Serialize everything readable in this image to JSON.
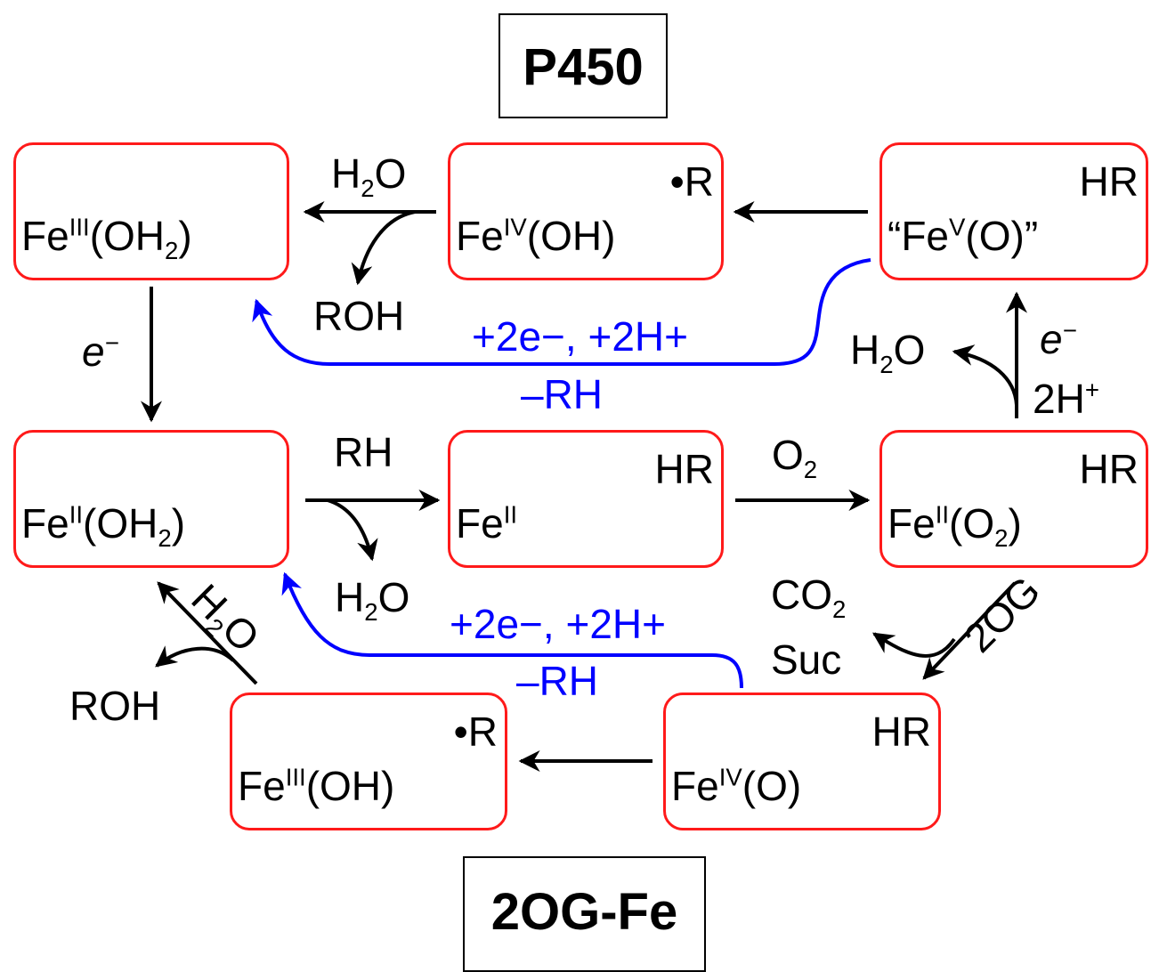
{
  "titles": {
    "top": "P450",
    "bottom": "2OG-Fe"
  },
  "states": {
    "s1": {
      "metal": "Fe",
      "ox": "III",
      "ligand_a": "(OH",
      "ligand_sub": "2",
      "ligand_b": ")"
    },
    "s2": {
      "tag": "•R",
      "metal": "Fe",
      "ox": "IV",
      "ligand": "(OH)"
    },
    "s3": {
      "tag": "HR",
      "prefix": "“",
      "metal": "Fe",
      "ox": "V",
      "ligand": "(O)”"
    },
    "s4": {
      "metal": "Fe",
      "ox": "II",
      "ligand_a": "(OH",
      "ligand_sub": "2",
      "ligand_b": ")"
    },
    "s5": {
      "tag": "HR",
      "metal": "Fe",
      "ox": "II"
    },
    "s6": {
      "tag": "HR",
      "metal": "Fe",
      "ox": "II",
      "ligand_a": "(O",
      "ligand_sub": "2",
      "ligand_b": ")"
    },
    "s7": {
      "tag": "•R",
      "metal": "Fe",
      "ox": "III",
      "ligand": "(OH)"
    },
    "s8": {
      "tag": "HR",
      "metal": "Fe",
      "ox": "IV",
      "ligand": "(O)"
    }
  },
  "labels": {
    "water_top": {
      "a": "H",
      "sub": "2",
      "b": "O"
    },
    "roh_top": "ROH",
    "e_minus": {
      "e": "e",
      "sup": "−"
    },
    "rh": "RH",
    "water_mid": {
      "a": "H",
      "sub": "2",
      "b": "O"
    },
    "o2": {
      "a": "O",
      "sub": "2"
    },
    "water_right": {
      "a": "H",
      "sub": "2",
      "b": "O"
    },
    "e_right": {
      "e": "e",
      "sup": "−"
    },
    "two_h": {
      "a": "2H",
      "sup": "+"
    },
    "co2": {
      "a": "CO",
      "sub": "2"
    },
    "suc": "Suc",
    "two_og": "2OG",
    "water_diag": {
      "a": "H",
      "sub": "2",
      "b": "O"
    },
    "roh_bottom": "ROH"
  },
  "blue_labels": {
    "top_line1": "+2e−, +2H+",
    "top_line2": "–RH",
    "bottom_line1": "+2e−, +2H+",
    "bottom_line2": "–RH"
  },
  "colors": {
    "box_border": "#ff1a1a",
    "shunt": "#0000ff",
    "arrow": "#000000"
  }
}
